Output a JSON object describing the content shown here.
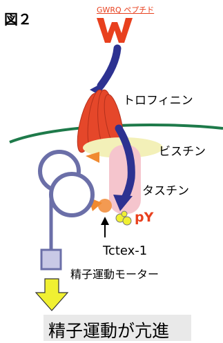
{
  "figure_label": "図２",
  "peptide_label": "GWRQ ペプチド",
  "labels": {
    "trofinin": "トロフィニン",
    "bystin": "ビスチン",
    "tastin": "タスチン",
    "phospho": "pY",
    "tctex": "Tctex-1",
    "motor": "精子運動モーター",
    "outcome": "精子運動が亢進"
  },
  "colors": {
    "peptide_red": "#e8401e",
    "arrow_navy": "#2d3291",
    "membrane_green": "#1e7a4a",
    "bystin_fill": "#f3f0b8",
    "tastin_fill": "#f5c5cd",
    "motor_blue": "#6b6fa8",
    "outcome_arrow": "#f0f032"
  }
}
